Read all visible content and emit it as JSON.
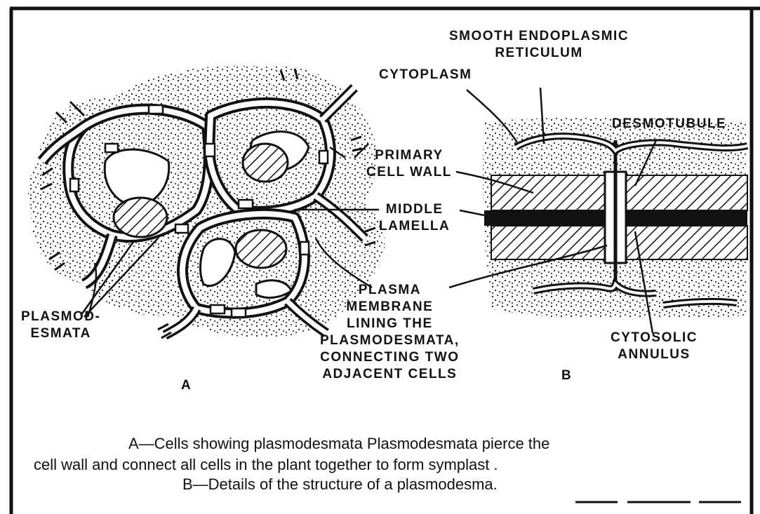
{
  "labels": {
    "ser_line1": "SMOOTH ENDOPLASMIC",
    "ser_line2": "RETICULUM",
    "cytoplasm": "CYTOPLASM",
    "desmotubule": "DESMOTUBULE",
    "primary_line1": "PRIMARY",
    "primary_line2": "CELL WALL",
    "middle_line1": "MIDDLE",
    "middle_line2": "LAMELLA",
    "plasma_line1": "PLASMA",
    "plasma_line2": "MEMBRANE",
    "plasma_line3": "LINING THE",
    "plasma_line4": "PLASMODESMATA,",
    "plasma_line5": "CONNECTING TWO",
    "plasma_line6": "ADJACENT CELLS",
    "plasmod_line1": "PLASMOD-",
    "plasmod_line2": "ESMATA",
    "cytosolic_line1": "CYTOSOLIC",
    "cytosolic_line2": "ANNULUS",
    "panel_a": "A",
    "panel_b": "B"
  },
  "caption": {
    "line1": "A—Cells showing plasmodesmata Plasmodesmata pierce the",
    "line2": "cell wall and connect all cells in the plant  together to form symplast .",
    "line3": "B—Details of the structure of a plasmodesma."
  },
  "colors": {
    "ink": "#111111",
    "paper": "#ffffff"
  }
}
